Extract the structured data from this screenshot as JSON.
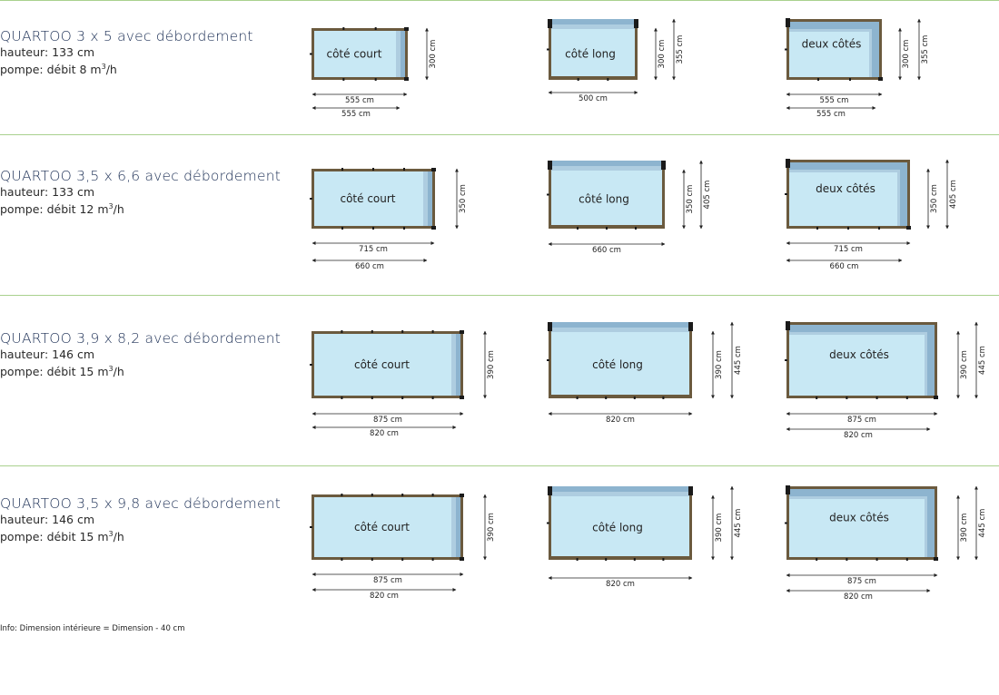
{
  "colors": {
    "separator": "#a9d18e",
    "frame": "#6b5a3e",
    "water": "#c8e8f4",
    "overflow": "#8db4cf",
    "overflow_light": "#aecde0",
    "post": "#1a1a1a",
    "dimension": "#222222",
    "title": "#1c2f55"
  },
  "models": [
    {
      "title": "QUARTOO 3 x 5 avec débordement",
      "height": "hauteur: 133 cm",
      "pump_prefix": "pompe: débit 8 m",
      "pump_sup": "3",
      "pump_suffix": "/h",
      "pools": [
        {
          "label": "côté court",
          "overflow": "short",
          "dims": [
            "555 cm",
            "555 cm"
          ],
          "vdims": [
            "300 cm"
          ]
        },
        {
          "label": "côté long",
          "overflow": "long",
          "dims": [
            "500 cm"
          ],
          "vdims": [
            "300 cm",
            "355 cm"
          ]
        },
        {
          "label": "deux côtés",
          "overflow": "both",
          "dims": [
            "555 cm",
            "555 cm"
          ],
          "vdims": [
            "300 cm",
            "355 cm"
          ]
        }
      ]
    },
    {
      "title": "QUARTOO 3,5 x 6,6 avec débordement",
      "height": "hauteur: 133 cm",
      "pump_prefix": "pompe: débit 12 m",
      "pump_sup": "3",
      "pump_suffix": "/h",
      "pools": [
        {
          "label": "côté court",
          "overflow": "short",
          "dims": [
            "715 cm",
            "660 cm"
          ],
          "vdims": [
            "350 cm"
          ]
        },
        {
          "label": "côté long",
          "overflow": "long",
          "dims": [
            "660 cm"
          ],
          "vdims": [
            "350 cm",
            "405 cm"
          ]
        },
        {
          "label": "deux côtés",
          "overflow": "both",
          "dims": [
            "715 cm",
            "660 cm"
          ],
          "vdims": [
            "350 cm",
            "405 cm"
          ]
        }
      ]
    },
    {
      "title": "QUARTOO 3,9 x 8,2 avec débordement",
      "height": "hauteur: 146 cm",
      "pump_prefix": "pompe: débit 15 m",
      "pump_sup": "3",
      "pump_suffix": "/h",
      "pools": [
        {
          "label": "côté court",
          "overflow": "short",
          "dims": [
            "875 cm",
            "820 cm"
          ],
          "vdims": [
            "390 cm"
          ]
        },
        {
          "label": "côté long",
          "overflow": "long",
          "dims": [
            "820 cm"
          ],
          "vdims": [
            "390 cm",
            "445 cm"
          ]
        },
        {
          "label": "deux côtés",
          "overflow": "both",
          "dims": [
            "875 cm",
            "820 cm"
          ],
          "vdims": [
            "390 cm",
            "445 cm"
          ]
        }
      ]
    },
    {
      "title": "QUARTOO 3,5 x 9,8 avec débordement",
      "height": "hauteur: 146 cm",
      "pump_prefix": "pompe: débit 15 m",
      "pump_sup": "3",
      "pump_suffix": "/h",
      "pools": [
        {
          "label": "côté court",
          "overflow": "short",
          "dims": [
            "875 cm",
            "820 cm"
          ],
          "vdims": [
            "390 cm"
          ]
        },
        {
          "label": "côté long",
          "overflow": "long",
          "dims": [
            "820 cm"
          ],
          "vdims": [
            "390 cm",
            "445 cm"
          ]
        },
        {
          "label": "deux côtés",
          "overflow": "both",
          "dims": [
            "875 cm",
            "820 cm"
          ],
          "vdims": [
            "390 cm",
            "445 cm"
          ]
        }
      ]
    }
  ],
  "info": "Info: Dimension intérieure = Dimension - 40 cm"
}
